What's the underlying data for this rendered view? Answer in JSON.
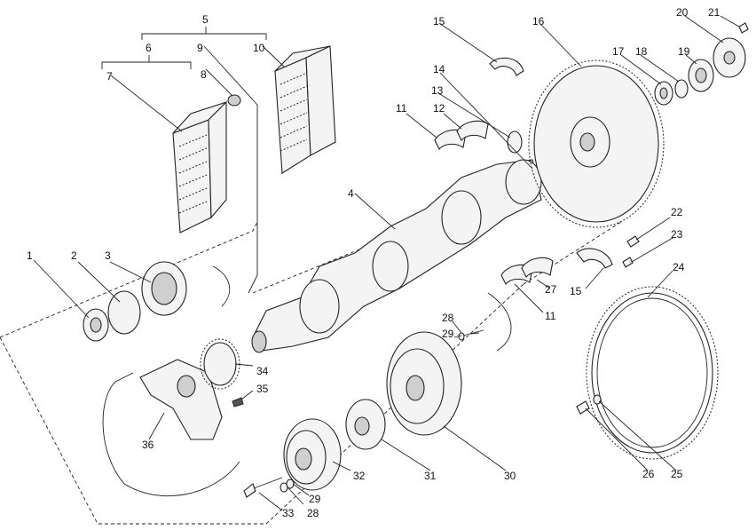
{
  "callouts": [
    {
      "id": "c1",
      "text": "1"
    },
    {
      "id": "c2",
      "text": "2"
    },
    {
      "id": "c3",
      "text": "3"
    },
    {
      "id": "c4",
      "text": "4"
    },
    {
      "id": "c5",
      "text": "5"
    },
    {
      "id": "c6",
      "text": "6"
    },
    {
      "id": "c7",
      "text": "7"
    },
    {
      "id": "c8",
      "text": "8"
    },
    {
      "id": "c9",
      "text": "9"
    },
    {
      "id": "c10",
      "text": "10"
    },
    {
      "id": "c11a",
      "text": "11"
    },
    {
      "id": "c11b",
      "text": "11"
    },
    {
      "id": "c12",
      "text": "12"
    },
    {
      "id": "c13",
      "text": "13"
    },
    {
      "id": "c14",
      "text": "14"
    },
    {
      "id": "c15a",
      "text": "15"
    },
    {
      "id": "c15b",
      "text": "15"
    },
    {
      "id": "c16",
      "text": "16"
    },
    {
      "id": "c17",
      "text": "17"
    },
    {
      "id": "c18",
      "text": "18"
    },
    {
      "id": "c19",
      "text": "19"
    },
    {
      "id": "c20",
      "text": "20"
    },
    {
      "id": "c21",
      "text": "21"
    },
    {
      "id": "c22",
      "text": "22"
    },
    {
      "id": "c23",
      "text": "23"
    },
    {
      "id": "c24",
      "text": "24"
    },
    {
      "id": "c25",
      "text": "25"
    },
    {
      "id": "c26",
      "text": "26"
    },
    {
      "id": "c27",
      "text": "27"
    },
    {
      "id": "c28a",
      "text": "28"
    },
    {
      "id": "c28b",
      "text": "28"
    },
    {
      "id": "c29a",
      "text": "29"
    },
    {
      "id": "c29b",
      "text": "29"
    },
    {
      "id": "c30",
      "text": "30"
    },
    {
      "id": "c31",
      "text": "31"
    },
    {
      "id": "c32",
      "text": "32"
    },
    {
      "id": "c33",
      "text": "33"
    },
    {
      "id": "c34",
      "text": "34"
    },
    {
      "id": "c35",
      "text": "35"
    },
    {
      "id": "c36",
      "text": "36"
    }
  ]
}
